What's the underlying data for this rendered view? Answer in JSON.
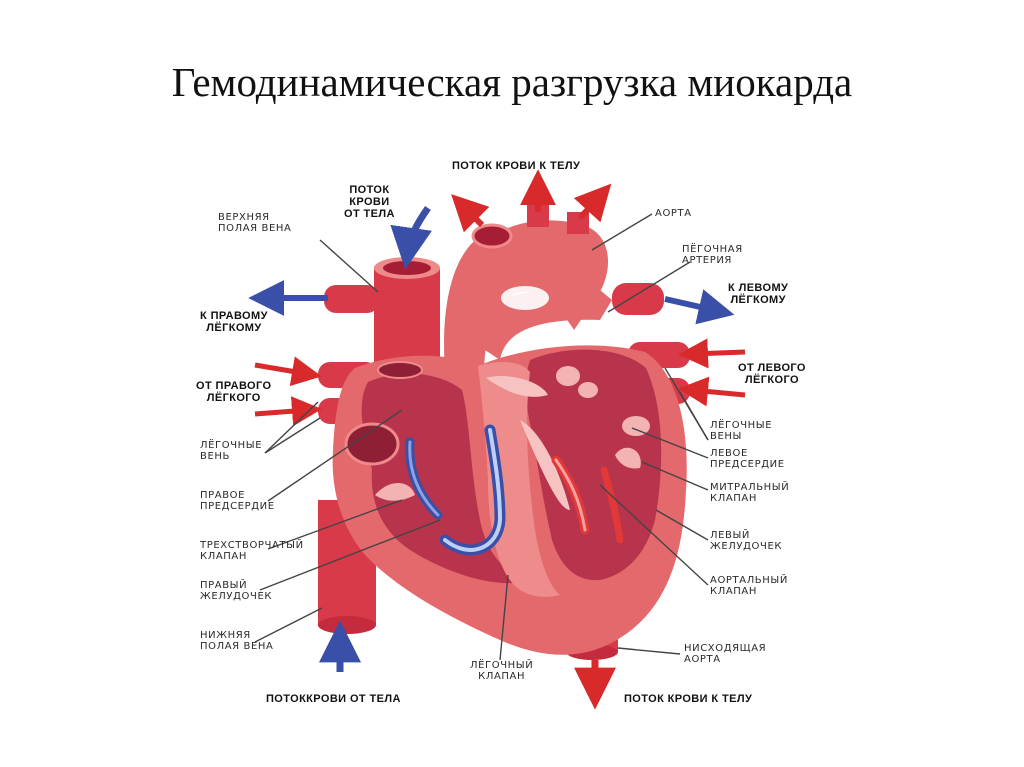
{
  "title": "Гемодинамическая разгрузка миокарда",
  "colors": {
    "myocardium": "#e4696d",
    "chamber": "#b8344c",
    "vessel": "#d83a4a",
    "lumen": "#a51e36",
    "arrow_red": "#d82a2a",
    "arrow_blue": "#3a4fa8",
    "leader": "#444444"
  },
  "icons": {
    "venous_arrow": "arrow-blue",
    "arterial_arrow": "arrow-red"
  },
  "flows": {
    "top_body_out": "ПОТОК КРОВИ К ТЕЛУ",
    "svc_in": [
      "ПОТОК",
      "КРОВИ",
      "ОТ ТЕЛА"
    ],
    "to_left_lung": [
      "К ЛЕВОМУ",
      "ЛЁГКОМУ"
    ],
    "to_right_lung": [
      "К ПРАВОМУ",
      "ЛЁГКОМУ"
    ],
    "from_left_lung": [
      "ОТ ЛЕВОГО",
      "ЛЁГКОГО"
    ],
    "from_right_lung": [
      "ОТ ПРАВОГО",
      "ЛЁГКОГО"
    ],
    "bottom_in": "ПОТОККРОВИ ОТ ТЕЛА",
    "bottom_out": "ПОТОК КРОВИ К ТЕЛУ"
  },
  "labels": {
    "svc": [
      "ВЕРХНЯЯ",
      "ПОЛАЯ ВЕНА"
    ],
    "aorta": "АОРТА",
    "pulm_artery": [
      "ПЁГОЧНАЯ",
      "АРТЕРИЯ"
    ],
    "pulm_veins_left": [
      "ЛЁГОЧНЫЕ",
      "ВЕНЬ"
    ],
    "right_atrium": [
      "ПРАВОЕ",
      "ПРЕДСЕРДИЕ"
    ],
    "tricuspid": [
      "ТРЕХСТВОРЧАТЫЙ",
      "КЛАПАН"
    ],
    "right_ventricle": [
      "ПРАВЫЙ",
      "ЖЕЛУДОЧЕК"
    ],
    "ivc": [
      "НИЖНЯЯ",
      "ПОЛАЯ ВЕНА"
    ],
    "pulm_veins_right": [
      "ЛЁГОЧНЫЕ",
      "ВЕНЫ"
    ],
    "left_atrium": [
      "ЛЕВОЕ",
      "ПРЕДСЕРДИЕ"
    ],
    "mitral": [
      "МИТРАЛЬНЫЙ",
      "КЛАПАН"
    ],
    "left_ventricle": [
      "ЛЕВЫЙ",
      "ЖЕЛУДОЧЕК"
    ],
    "aortic_valve": [
      "АОРТАЛЬНЫЙ",
      "КЛАПАН"
    ],
    "desc_aorta": [
      "НИСХОДЯЩАЯ",
      "АОРТА"
    ],
    "pulm_valve": [
      "ЛЁГОЧНЫЙ",
      "КЛАПАН"
    ]
  }
}
